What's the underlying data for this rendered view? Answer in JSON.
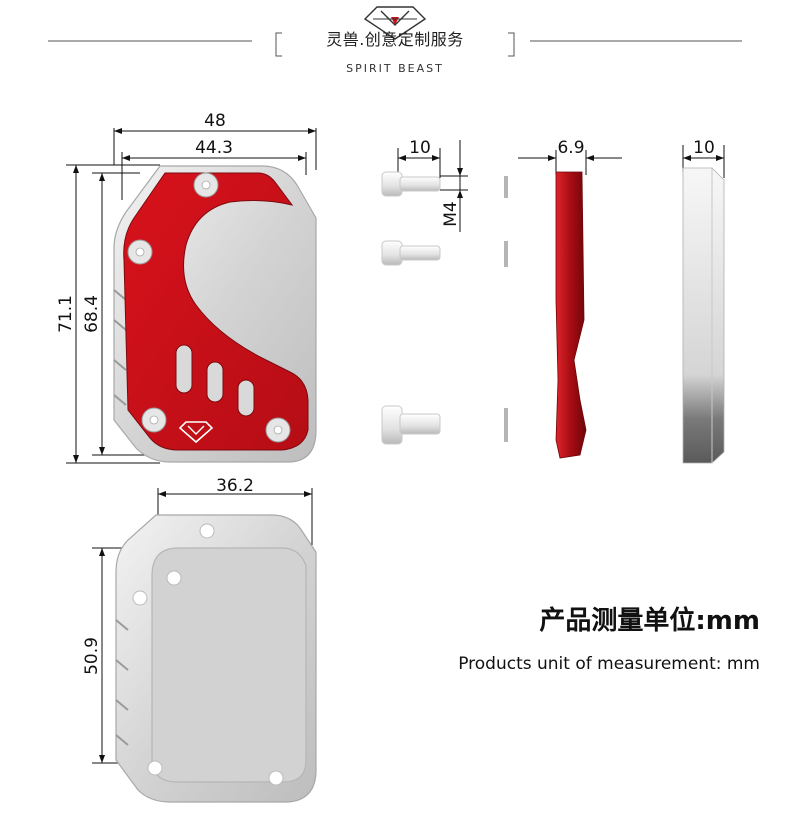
{
  "header": {
    "brand_cn": "灵兽.创意定制服务",
    "brand_en": "SPIRIT BEAST"
  },
  "dimensions": {
    "width_total": "48",
    "width_inner": "44.3",
    "height_total": "71.1",
    "height_inner": "68.4",
    "bolt_length": "10",
    "bolt_thread": "M4",
    "side_thickness": "6.9",
    "edge_thickness": "10",
    "bottom_width": "36.2",
    "bottom_height": "50.9"
  },
  "unit": {
    "label_cn": "产品测量单位:mm",
    "label_en": "Products unit of measurement: mm"
  },
  "colors": {
    "accent_red": "#c8111b",
    "dark_red": "#8e0a10",
    "silver": "#d6d6d6",
    "silver_edge": "#a8a8a8",
    "text": "#111111"
  }
}
